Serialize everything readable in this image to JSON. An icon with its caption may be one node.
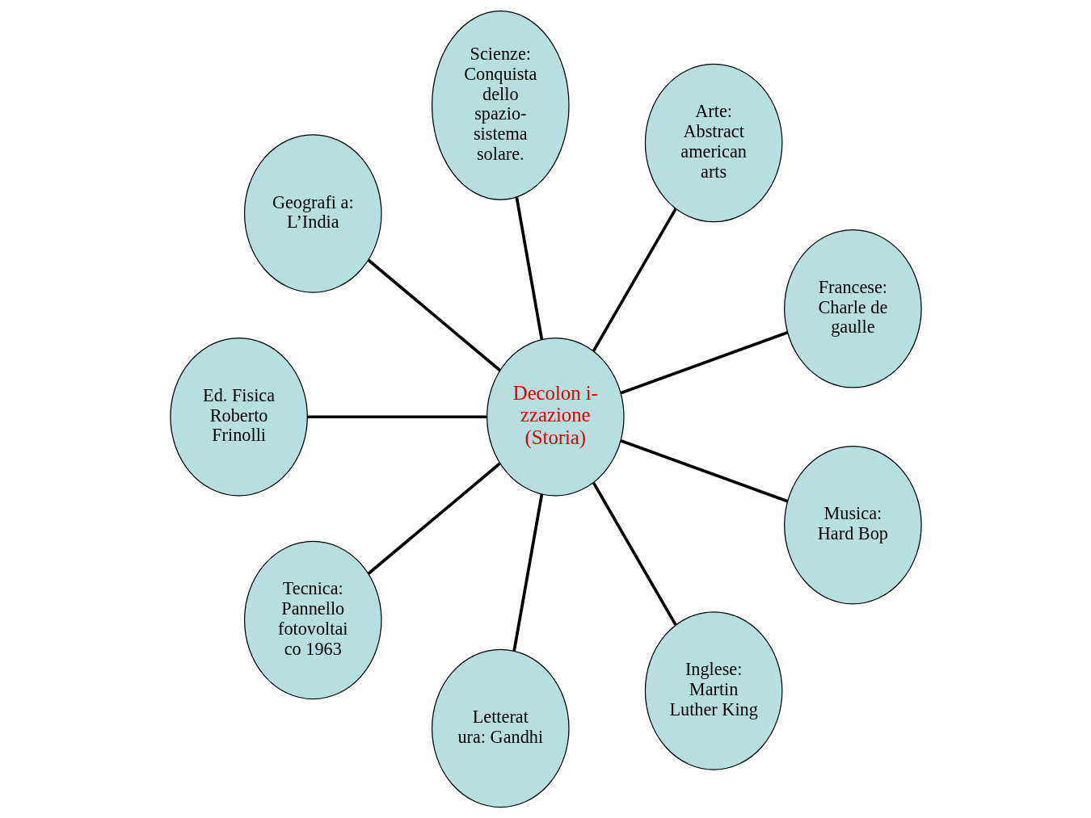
{
  "diagram": {
    "nodes": [
      {
        "text": [
          "Decolon i- zzazione (Storia)"
        ]
      },
      {
        "text": [
          "Francese: Charle de gaulle"
        ]
      },
      {
        "text": [
          "Arte: Abstract american arts"
        ]
      },
      {
        "text": [
          "Scienze: Conquista dello spazio- sistema solare."
        ]
      },
      {
        "text": [
          "Geografi a: L’India"
        ]
      },
      {
        "text": [
          "Ed. Fisica Roberto Frinolli"
        ]
      },
      {
        "text": [
          "Tecnica: Pannello fotovoltai co 1963"
        ]
      },
      {
        "text": [
          "Letterat ura: Gandhi"
        ]
      },
      {
        "text": [
          "Inglese: Martin Luther King"
        ]
      },
      {
        "text": [
          "Musica: Hard Bop"
        ]
      }
    ],
    "edges": [
      {
        "from": 0,
        "to": 1,
        "arrow": "none"
      },
      {
        "from": 0,
        "to": 2,
        "arrow": "none"
      },
      {
        "from": 0,
        "to": 3,
        "arrow": "none"
      },
      {
        "from": 0,
        "to": 4,
        "arrow": "none"
      },
      {
        "from": 0,
        "to": 5,
        "arrow": "none"
      },
      {
        "from": 0,
        "to": 6,
        "arrow": "none"
      },
      {
        "from": 0,
        "to": 7,
        "arrow": "none"
      },
      {
        "from": 0,
        "to": 8,
        "arrow": "none"
      },
      {
        "from": 0,
        "to": 9,
        "arrow": "none"
      }
    ]
  }
}
